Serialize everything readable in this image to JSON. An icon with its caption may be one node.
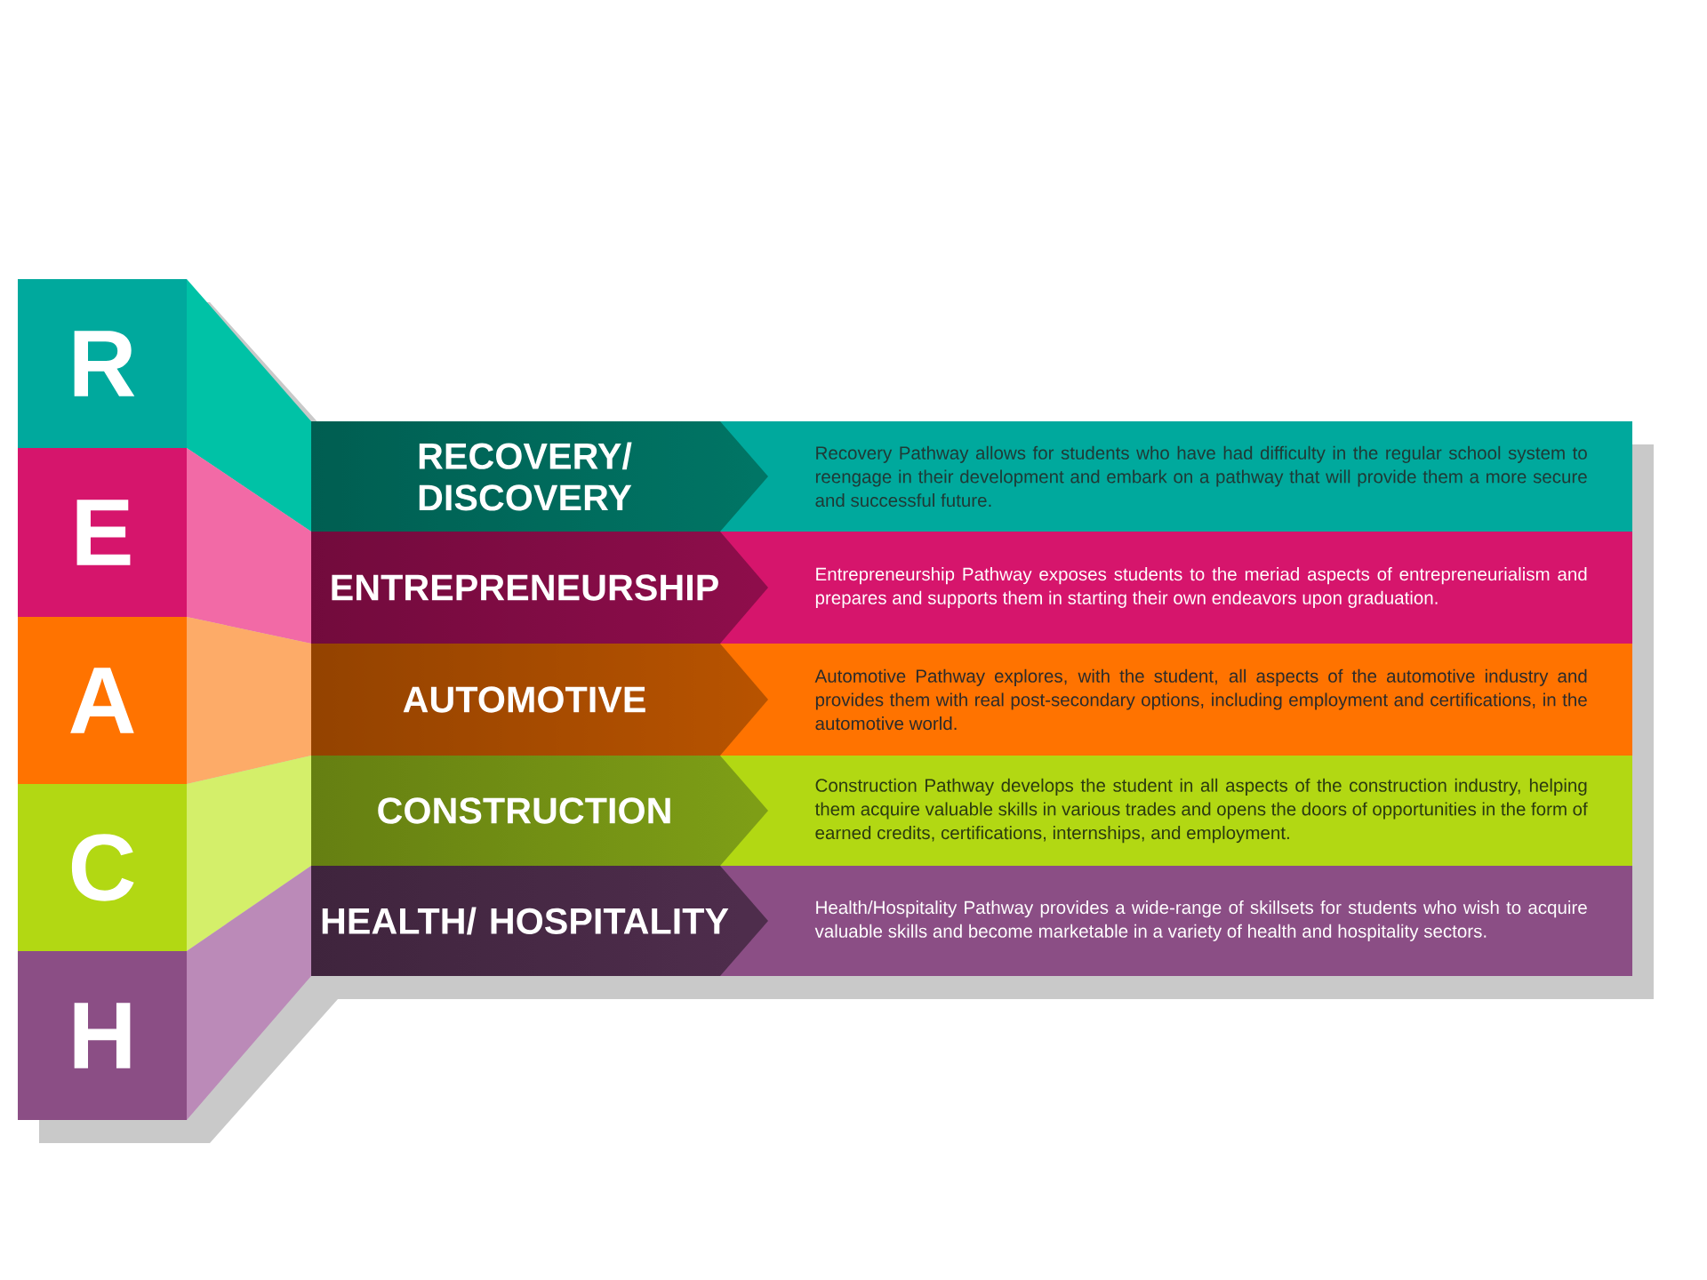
{
  "diagram": {
    "nodes": [
      {
        "text": [
          "R"
        ]
      },
      {
        "text": [
          "E"
        ]
      },
      {
        "text": [
          "A"
        ]
      },
      {
        "text": [
          "C"
        ]
      },
      {
        "text": [
          "H"
        ]
      },
      {
        "text": [
          "RECOVERY/ DISCOVERY",
          "Recovery Pathway allows for students who have had difficulty in the regular school system to reengage in their development and embark on a pathway that will provide them a more secure and successful future."
        ]
      },
      {
        "text": [
          "ENTREPRENEURSHIP",
          "Entrepreneurship Pathway exposes students to the meriad aspects of entrepreneurialism and prepares and supports them in starting their own endeavors upon graduation."
        ]
      },
      {
        "text": [
          "AUTOMOTIVE",
          "Automotive Pathway explores, with the student, all aspects of the automotive industry and provides them with real post-secondary options, including employment and certifications, in the automotive world."
        ]
      },
      {
        "text": [
          "CONSTRUCTION",
          "Construction Pathway develops the student in all aspects of the construction industry, helping them acquire valuable skills in various trades and opens the doors of opportunities in the form of earned credits, certifications, internships, and employment."
        ]
      },
      {
        "text": [
          "HEALTH/ HOSPITALITY",
          "Health/Hospitality Pathway provides a wide-range of skillsets for students who wish to acquire valuable skills and become marketable in a variety of health and hospitality sectors."
        ]
      }
    ]
  }
}
